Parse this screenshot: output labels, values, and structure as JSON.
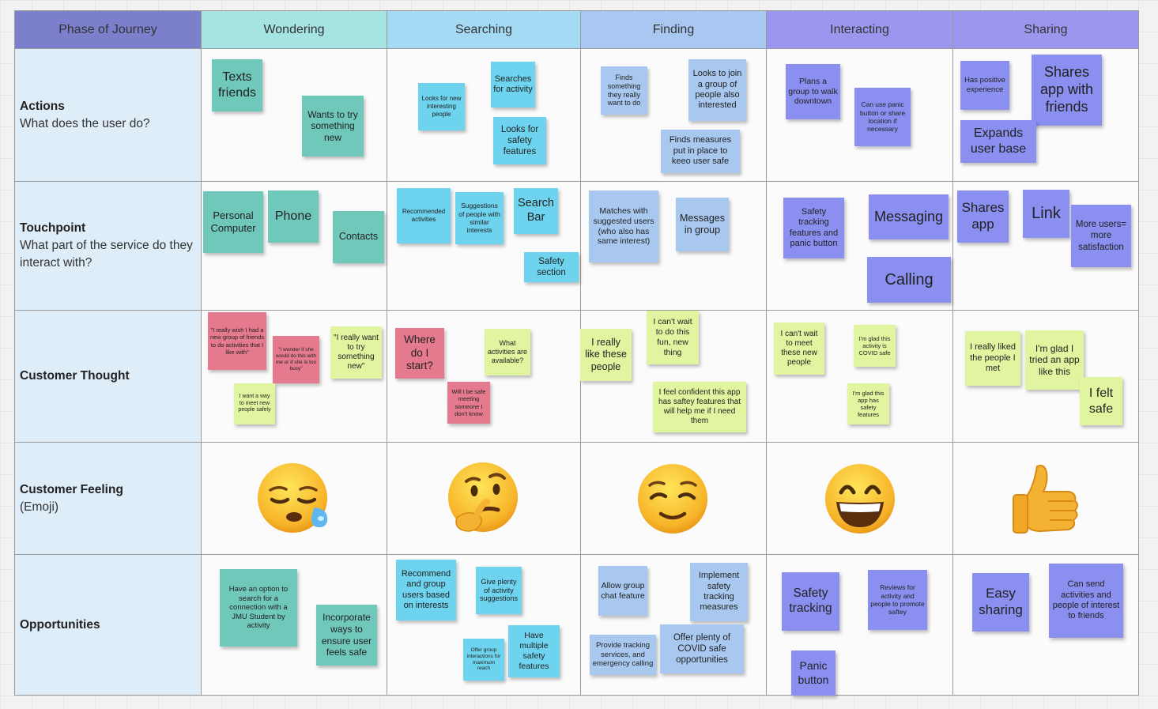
{
  "header": {
    "phase_label": "Phase of Journey",
    "phases": [
      "Wondering",
      "Searching",
      "Finding",
      "Interacting",
      "Sharing"
    ]
  },
  "rows": [
    {
      "title": "Actions",
      "subtitle": "What does the user do?"
    },
    {
      "title": "Touchpoint",
      "subtitle": "What part of the service do they interact with?"
    },
    {
      "title": "Customer Thought",
      "subtitle": ""
    },
    {
      "title": "Customer Feeling",
      "subtitle": "(Emoji)"
    },
    {
      "title": "Opportunities",
      "subtitle": ""
    }
  ],
  "colors": {
    "teal": "#70c8bb",
    "cyan": "#6ed3ee",
    "blue": "#a9c8f0",
    "violet": "#8a8ff0",
    "pink": "#e57a8e",
    "lime": "#e1f5a0",
    "header_wondering": "#a6e4e3",
    "header_searching": "#a5daf4",
    "header_finding": "#a8c8f1",
    "header_interacting": "#9c97ee",
    "header_sharing": "#9c97ee",
    "header_phase": "#7b7fcc"
  },
  "notes": {
    "actions": {
      "wondering": [
        "Texts friends",
        "Wants to try something new"
      ],
      "searching": [
        "Searches for activity",
        "Looks for new interesting people",
        "Looks for safety features"
      ],
      "finding": [
        "Finds something they really want to do",
        "Looks to join a group of people also interested",
        "Finds measures put in place to keeo user safe"
      ],
      "interacting": [
        "Plans a group to walk downtown",
        "Can use panic button or share location if necessary"
      ],
      "sharing": [
        "Has positive experience",
        "Shares app with friends",
        "Expands user base"
      ]
    },
    "touchpoint": {
      "wondering": [
        "Personal Computer",
        "Phone",
        "Contacts"
      ],
      "searching": [
        "Recommended activities",
        "Suggestions of people with similar interests",
        "Search Bar",
        "Safety section"
      ],
      "finding": [
        "Matches with suggested users (who also has same interest)",
        "Messages in group"
      ],
      "interacting": [
        "Safety tracking features and panic button",
        "Messaging",
        "Calling"
      ],
      "sharing": [
        "Shares app",
        "Link",
        "More users= more satisfaction"
      ]
    },
    "thought": {
      "wondering": [
        "\"I really wish I had a new group of friends to do activities that I like with\"",
        "\"I wonder if she would do this with me or if she is too busy\"",
        "\"I really want to try something new\"",
        "I want a way to meet new people safely"
      ],
      "searching": [
        "Where do I start?",
        "What activities are available?",
        "Will I be safe meeting someone I don't know"
      ],
      "finding": [
        "I really like these people",
        "I can't wait to do this fun, new thing",
        "I feel confident this app has saftey features that will help me if I need them"
      ],
      "interacting": [
        "I can't wait to meet these new people",
        "I'm glad this activity is COVID safe",
        "I'm glad this app has safety features"
      ],
      "sharing": [
        "I really liked the people I met",
        "I'm glad I tried an app like this",
        "I felt safe"
      ]
    },
    "feeling": [
      "sleepy-face-icon",
      "thinking-face-icon",
      "relieved-face-icon",
      "grinning-face-icon",
      "thumbs-up-icon"
    ],
    "opportunities": {
      "wondering": [
        "Have an option to search for a connection with a JMU Student by activity",
        "Incorporate ways to ensure user feels safe"
      ],
      "searching": [
        "Recommend and group users based on interests",
        "Give plenty of activity suggestions",
        "Offer group interactions for maximum reach",
        "Have multiple safety features"
      ],
      "finding": [
        "Allow group chat feature",
        "Implement safety tracking measures",
        "Provide tracking services, and emergency calling",
        "Offer plenty of COVID safe opportunities"
      ],
      "interacting": [
        "Safety tracking",
        "Reviews for activity and people to promote saftey",
        "Panic button"
      ],
      "sharing": [
        "Easy sharing",
        "Can send activities and people of interest to friends"
      ]
    }
  }
}
